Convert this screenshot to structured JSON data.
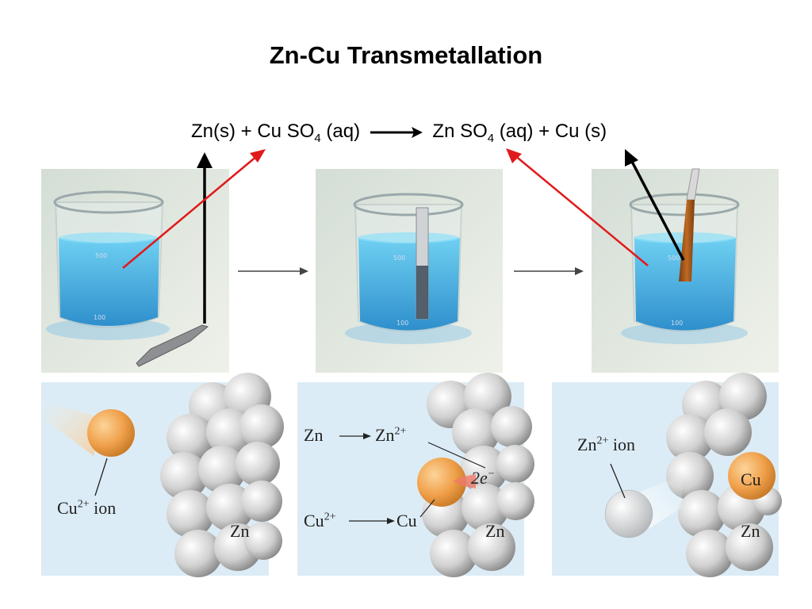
{
  "title": "Zn-Cu Transmetallation",
  "equation": {
    "reactant1": "Zn(s) + Cu SO",
    "reactant1_sub": "4",
    "reactant1_state": " (aq)",
    "product1": "Zn SO",
    "product1_sub": "4",
    "product1_state": " (aq) + Cu  (s)"
  },
  "beaker_marks": {
    "volume_500": "500",
    "volume_100": "100"
  },
  "panel1": {
    "ion_label": "Cu",
    "ion_charge": "2+",
    "ion_suffix": " ion",
    "metal_label": "Zn"
  },
  "panel2": {
    "zn_reactant": "Zn",
    "zn_product": "Zn",
    "zn_charge": "2+",
    "electrons": "2e",
    "electrons_sup": "−",
    "cu_reactant": "Cu",
    "cu_charge": "2+",
    "cu_product": "Cu",
    "metal_label": "Zn"
  },
  "panel3": {
    "ion_label": "Zn",
    "ion_charge": "2+",
    "ion_suffix": " ion",
    "deposit_label": "Cu",
    "metal_label": "Zn"
  },
  "colors": {
    "solution": "#4fb4e6",
    "panel_bg": "#dcecf6",
    "copper": "#e8a040",
    "zinc": "#b8b8b8",
    "red_arrow": "#e01a1a"
  }
}
